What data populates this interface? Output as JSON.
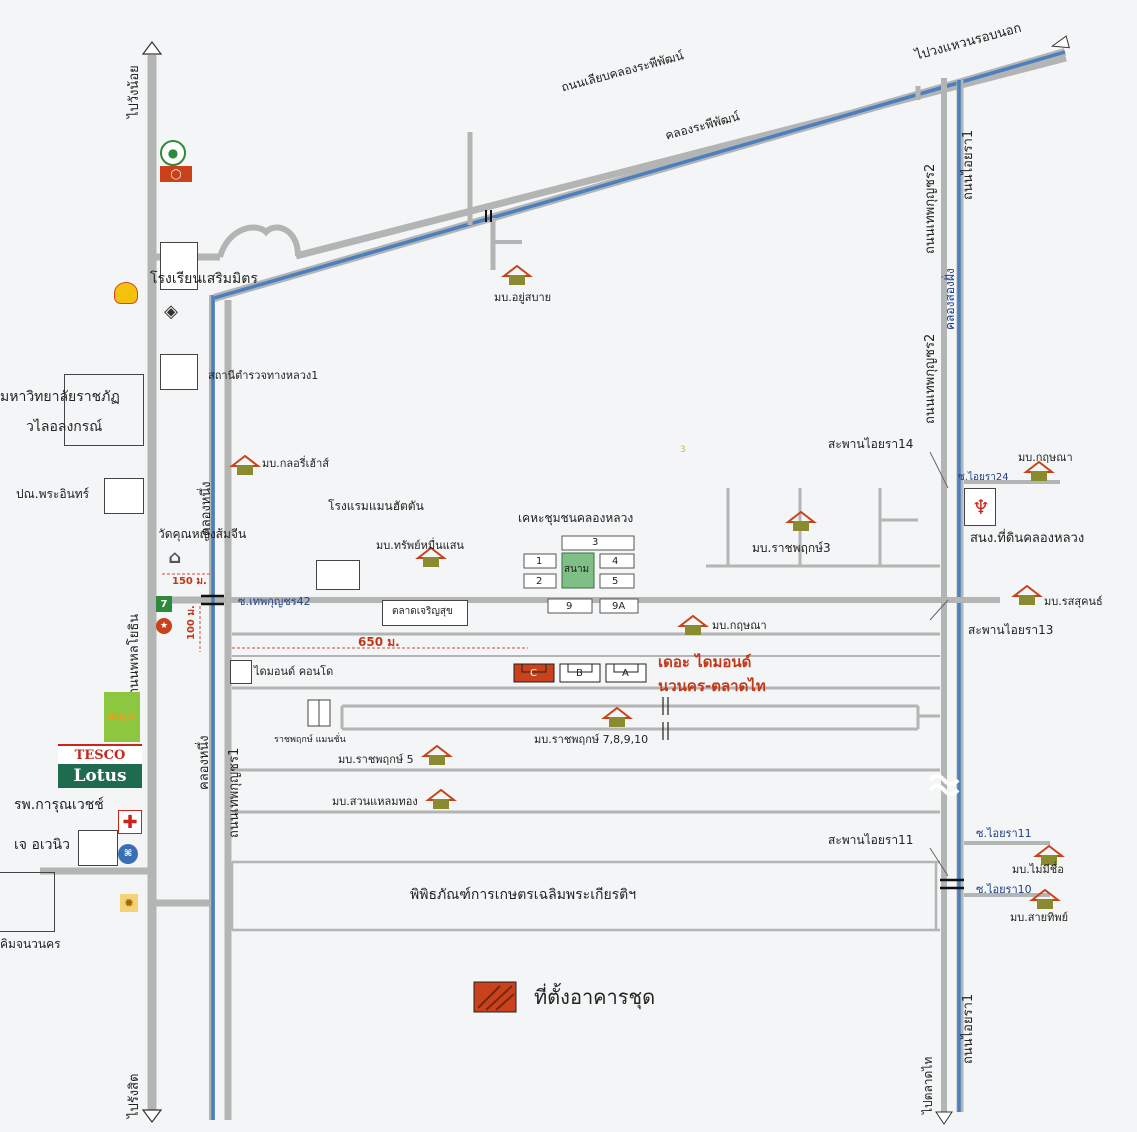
{
  "roads": {
    "left_main": "ถนนพหลโยธิน",
    "left_north": "ไปวังน้อย",
    "left_south": "ไปรังสิต",
    "canal_left": "คลองหนึ่ง",
    "canal_left_2": "คลองหนึ่ง",
    "road_t1": "ถนนเทพกุญชร1",
    "diag_road": "ถนนเลียบคลองระพีพัฒน์",
    "diag_canal": "คลองระพีพัฒน์",
    "ring": "ไปวงแหวนรอบนอก",
    "t2_top": "ถนนเทพกุญชร2",
    "t2_mid": "ถนนเทพกุญชร2",
    "canal_right": "คลองสองฝั่ง",
    "aira1_top": "ถนนไอยรา1",
    "aira1_bottom": "ถนนไอยรา1",
    "right_south": "ไปตลาดไท",
    "soi_t42": "ซ.เทพกุญชร42",
    "soi_aira24": "ซ.ไอยรา24",
    "soi_aira11": "ซ.ไอยรา11",
    "soi_aira10": "ซ.ไอยรา10"
  },
  "places": {
    "school": "โรงเรียนเสริมมิตร",
    "police": "สถานีตำรวจทางหลวง1",
    "university_1": "มหาวิทยาลัยราชภัฏ",
    "university_2": "วไลอลงกรณ์",
    "post": "ปณ.พระอินทร์",
    "temple": "วัดคุณหญิงส้มจีน",
    "hotel": "โรงแรมแมนฮัตตัน",
    "market": "ตลาดเจริญสุข",
    "flats": "เคหะชุมชนคลองหลวง",
    "field": "สนาม",
    "diamond_condo": "ไดมอนด์ คอนโด",
    "ratchaphruek_mansion": "ราชพฤกษ์ แมนชั่น",
    "hospital": "รพ.การุณเวชช์",
    "j_avenue": "เจ อเวนิว",
    "khimjanawonnakorn": "คิมจนวนคร",
    "museum": "พิพิธภัณฑ์การเกษตรเฉลิมพระเกียรติฯ",
    "land_office": "สนง.ที่ดินคลองหลวง",
    "bridge14": "สะพานไอยรา14",
    "bridge13": "สะพานไอยรา13",
    "bridge11": "สะพานไอยรา11"
  },
  "villages": {
    "yusabai": "มบ.อยู่สบาย",
    "glory": "มบ.กลอรี่เฮ้าส์",
    "sap": "มบ.ทรัพย์หมื่นแสน",
    "rp3": "มบ.ราชพฤกษ์3",
    "krit_right": "มบ.กฤษณา",
    "rossukon": "มบ.รสสุคนธ์",
    "krit_mid": "มบ.กฤษณา",
    "rp78910": "มบ.ราชพฤกษ์ 7,8,9,10",
    "rp5": "มบ.ราชพฤกษ์ 5",
    "suanlam": "มบ.สวนแหลมทอง",
    "maimisue": "มบ.ไม่มีชื่อ",
    "saitip": "มบ.สายทิพย์"
  },
  "blocks": [
    "1",
    "2",
    "3",
    "4",
    "5",
    "9",
    "9A"
  ],
  "buildings": [
    "C",
    "B",
    "A"
  ],
  "distances": {
    "d150": "150 ม.",
    "d100": "100 ม.",
    "d650": "650 ม."
  },
  "project": {
    "name": "เดอะ ไดมอนด์",
    "location": "นวนคร-ตลาดไท",
    "legend": "ที่ตั้งอาคารชุด"
  },
  "logos": {
    "tesco": "TESCO",
    "lotus": "Lotus",
    "bigc": "Big C"
  },
  "stray": "3",
  "colors": {
    "road": "#b7b8b8",
    "canal": "#4a7fc0",
    "project": "#c9421c",
    "house": "#8a8a2e"
  }
}
